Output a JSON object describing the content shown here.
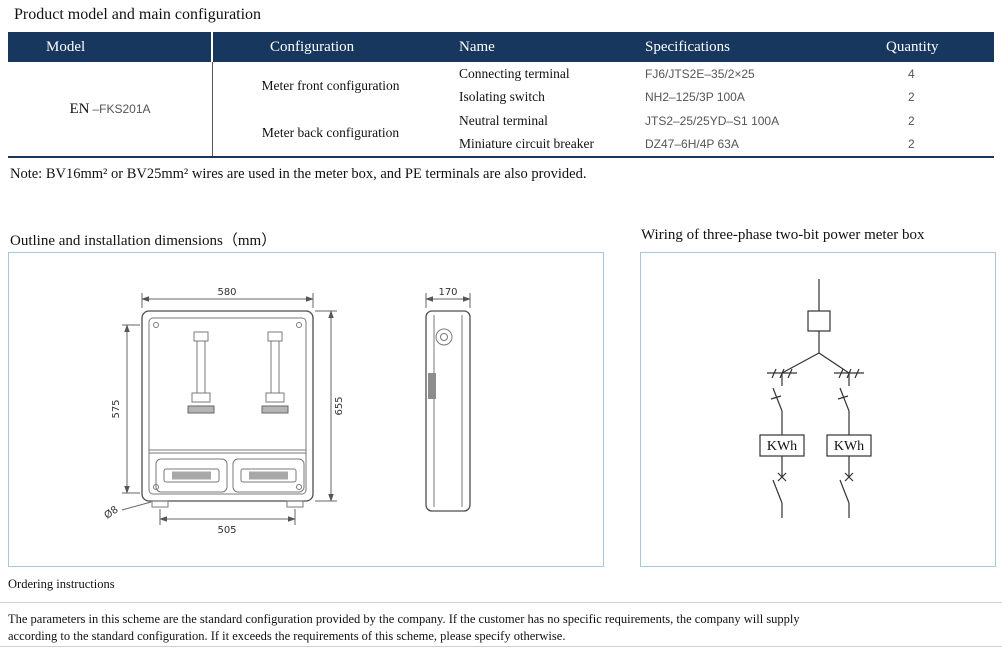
{
  "page": {
    "title": "Product model and main configuration",
    "note": "Note: BV16mm² or BV25mm² wires are used in the meter box, and PE terminals are also provided.",
    "outline_section_title": "Outline and installation dimensions（mm）",
    "wiring_section_title": "Wiring of three-phase two-bit power meter box",
    "ordering_title": "Ordering instructions",
    "ordering_line1": "The parameters in this scheme are the standard configuration provided by the company. If the customer has no specific requirements, the company will supply",
    "ordering_line2": "according to the standard configuration. If it exceeds the requirements of this scheme, please specify otherwise."
  },
  "table": {
    "headers": {
      "model": "Model",
      "configuration": "Configuration",
      "name": "Name",
      "specifications": "Specifications",
      "quantity": "Quantity"
    },
    "model_prefix": "EN",
    "model_suffix": "–FKS201A",
    "config_front": "Meter front configuration",
    "config_back": "Meter back configuration",
    "rows": [
      {
        "name": "Connecting terminal",
        "spec": "FJ6/JTS2E–35/2×25",
        "qty": "4"
      },
      {
        "name": "Isolating switch",
        "spec": "NH2–125/3P 100A",
        "qty": "2"
      },
      {
        "name": "Neutral terminal",
        "spec": "JTS2–25/25YD–S1 100A",
        "qty": "2"
      },
      {
        "name": "Miniature circuit breaker",
        "spec": "DZ47–6H/4P  63A",
        "qty": "2"
      }
    ]
  },
  "drawing": {
    "dim_width_top": "580",
    "dim_side_width": "170",
    "dim_height_inner": "575",
    "dim_height_outer": "655",
    "dim_width_bottom": "505",
    "dim_hole": "Ø8"
  },
  "wiring": {
    "meter1_label": "KWh",
    "meter2_label": "KWh"
  },
  "colors": {
    "table_header_bg": "#17375e",
    "panel_border": "#a9c7dd",
    "spec_text": "#555555"
  }
}
